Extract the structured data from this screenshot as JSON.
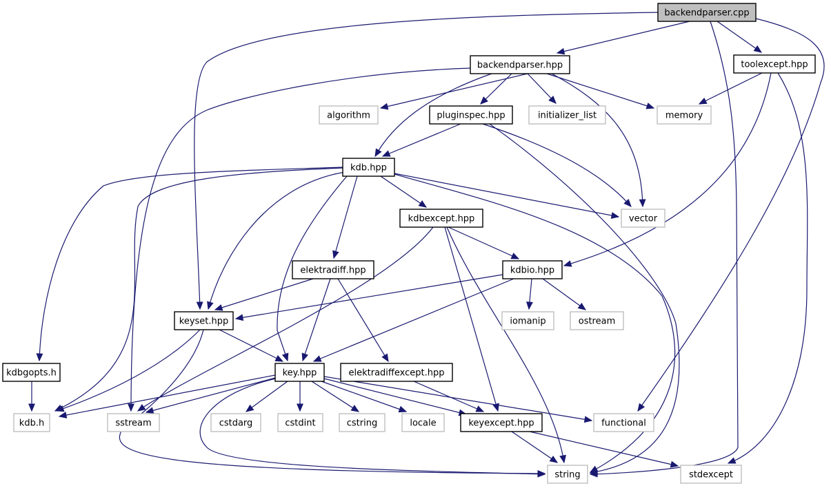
{
  "diagram": {
    "type": "include-dependency-graph",
    "colors": {
      "edge": "#191970",
      "root_fill": "#bfbfbf",
      "local_border": "#000000",
      "system_border": "#bfbfbf"
    },
    "nodes": [
      {
        "id": "backendparser_cpp",
        "label": "backendparser.cpp",
        "kind": "root"
      },
      {
        "id": "backendparser_hpp",
        "label": "backendparser.hpp",
        "kind": "local"
      },
      {
        "id": "toolexcept_hpp",
        "label": "toolexcept.hpp",
        "kind": "local"
      },
      {
        "id": "algorithm",
        "label": "algorithm",
        "kind": "system"
      },
      {
        "id": "pluginspec_hpp",
        "label": "pluginspec.hpp",
        "kind": "local"
      },
      {
        "id": "initializer_list",
        "label": "initializer_list",
        "kind": "system"
      },
      {
        "id": "memory",
        "label": "memory",
        "kind": "system"
      },
      {
        "id": "kdb_hpp",
        "label": "kdb.hpp",
        "kind": "local"
      },
      {
        "id": "kdbexcept_hpp",
        "label": "kdbexcept.hpp",
        "kind": "local"
      },
      {
        "id": "vector",
        "label": "vector",
        "kind": "system"
      },
      {
        "id": "kdbio_hpp",
        "label": "kdbio.hpp",
        "kind": "local"
      },
      {
        "id": "elektradiff_hpp",
        "label": "elektradiff.hpp",
        "kind": "local"
      },
      {
        "id": "iomanip",
        "label": "iomanip",
        "kind": "system"
      },
      {
        "id": "ostream",
        "label": "ostream",
        "kind": "system"
      },
      {
        "id": "keyset_hpp",
        "label": "keyset.hpp",
        "kind": "local"
      },
      {
        "id": "kdbgopts_h",
        "label": "kdbgopts.h",
        "kind": "local"
      },
      {
        "id": "key_hpp",
        "label": "key.hpp",
        "kind": "local"
      },
      {
        "id": "elektradiffexcept_hpp",
        "label": "elektradiffexcept.hpp",
        "kind": "local"
      },
      {
        "id": "kdb_h",
        "label": "kdb.h",
        "kind": "system"
      },
      {
        "id": "sstream",
        "label": "sstream",
        "kind": "system"
      },
      {
        "id": "cstdarg",
        "label": "cstdarg",
        "kind": "system"
      },
      {
        "id": "cstdint",
        "label": "cstdint",
        "kind": "system"
      },
      {
        "id": "cstring",
        "label": "cstring",
        "kind": "system"
      },
      {
        "id": "locale",
        "label": "locale",
        "kind": "system"
      },
      {
        "id": "keyexcept_hpp",
        "label": "keyexcept.hpp",
        "kind": "local"
      },
      {
        "id": "functional",
        "label": "functional",
        "kind": "system"
      },
      {
        "id": "string",
        "label": "string",
        "kind": "system"
      },
      {
        "id": "stdexcept",
        "label": "stdexcept",
        "kind": "system"
      }
    ],
    "edges": [
      [
        "backendparser_cpp",
        "backendparser_hpp"
      ],
      [
        "backendparser_cpp",
        "toolexcept_hpp"
      ],
      [
        "backendparser_cpp",
        "keyset_hpp"
      ],
      [
        "backendparser_cpp",
        "functional"
      ],
      [
        "backendparser_cpp",
        "string"
      ],
      [
        "backendparser_hpp",
        "algorithm"
      ],
      [
        "backendparser_hpp",
        "pluginspec_hpp"
      ],
      [
        "backendparser_hpp",
        "initializer_list"
      ],
      [
        "backendparser_hpp",
        "memory"
      ],
      [
        "backendparser_hpp",
        "kdb_hpp"
      ],
      [
        "backendparser_hpp",
        "vector"
      ],
      [
        "backendparser_hpp",
        "sstream"
      ],
      [
        "toolexcept_hpp",
        "memory"
      ],
      [
        "toolexcept_hpp",
        "kdbio_hpp"
      ],
      [
        "toolexcept_hpp",
        "stdexcept"
      ],
      [
        "pluginspec_hpp",
        "kdb_hpp"
      ],
      [
        "pluginspec_hpp",
        "vector"
      ],
      [
        "pluginspec_hpp",
        "string"
      ],
      [
        "kdb_hpp",
        "kdbexcept_hpp"
      ],
      [
        "kdb_hpp",
        "vector"
      ],
      [
        "kdb_hpp",
        "elektradiff_hpp"
      ],
      [
        "kdb_hpp",
        "keyset_hpp"
      ],
      [
        "kdb_hpp",
        "key_hpp"
      ],
      [
        "kdb_hpp",
        "kdbgopts_h"
      ],
      [
        "kdb_hpp",
        "kdb_h"
      ],
      [
        "kdb_hpp",
        "string"
      ],
      [
        "kdbexcept_hpp",
        "kdbio_hpp"
      ],
      [
        "kdbexcept_hpp",
        "keyexcept_hpp"
      ],
      [
        "kdbexcept_hpp",
        "sstream"
      ],
      [
        "kdbexcept_hpp",
        "string"
      ],
      [
        "kdbio_hpp",
        "iomanip"
      ],
      [
        "kdbio_hpp",
        "ostream"
      ],
      [
        "kdbio_hpp",
        "keyset_hpp"
      ],
      [
        "kdbio_hpp",
        "key_hpp"
      ],
      [
        "elektradiff_hpp",
        "keyset_hpp"
      ],
      [
        "elektradiff_hpp",
        "key_hpp"
      ],
      [
        "elektradiff_hpp",
        "elektradiffexcept_hpp"
      ],
      [
        "keyset_hpp",
        "key_hpp"
      ],
      [
        "keyset_hpp",
        "kdb_h"
      ],
      [
        "keyset_hpp",
        "string"
      ],
      [
        "kdbgopts_h",
        "kdb_h"
      ],
      [
        "key_hpp",
        "kdb_h"
      ],
      [
        "key_hpp",
        "sstream"
      ],
      [
        "key_hpp",
        "cstdarg"
      ],
      [
        "key_hpp",
        "cstdint"
      ],
      [
        "key_hpp",
        "cstring"
      ],
      [
        "key_hpp",
        "locale"
      ],
      [
        "key_hpp",
        "keyexcept_hpp"
      ],
      [
        "key_hpp",
        "functional"
      ],
      [
        "key_hpp",
        "string"
      ],
      [
        "elektradiffexcept_hpp",
        "keyexcept_hpp"
      ],
      [
        "keyexcept_hpp",
        "string"
      ],
      [
        "keyexcept_hpp",
        "stdexcept"
      ]
    ]
  }
}
